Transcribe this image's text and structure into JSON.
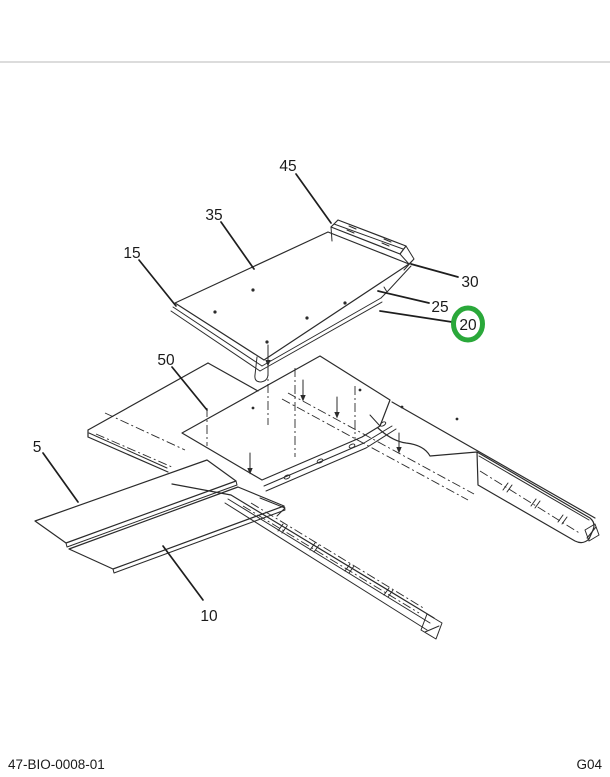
{
  "page": {
    "background": "#ffffff"
  },
  "footer": {
    "figure_id": "47-BIO-0008-01",
    "grid_ref": "G04"
  },
  "diagram": {
    "type": "exploded-parts-diagram",
    "line_color": "#2b2b2b",
    "highlight_color": "#2aa83a",
    "callouts": [
      {
        "id": "45",
        "highlighted": false
      },
      {
        "id": "35",
        "highlighted": false
      },
      {
        "id": "15",
        "highlighted": false
      },
      {
        "id": "30",
        "highlighted": false
      },
      {
        "id": "25",
        "highlighted": false
      },
      {
        "id": "20",
        "highlighted": true
      },
      {
        "id": "50",
        "highlighted": false
      },
      {
        "id": "5",
        "highlighted": false
      },
      {
        "id": "10",
        "highlighted": false
      }
    ]
  }
}
